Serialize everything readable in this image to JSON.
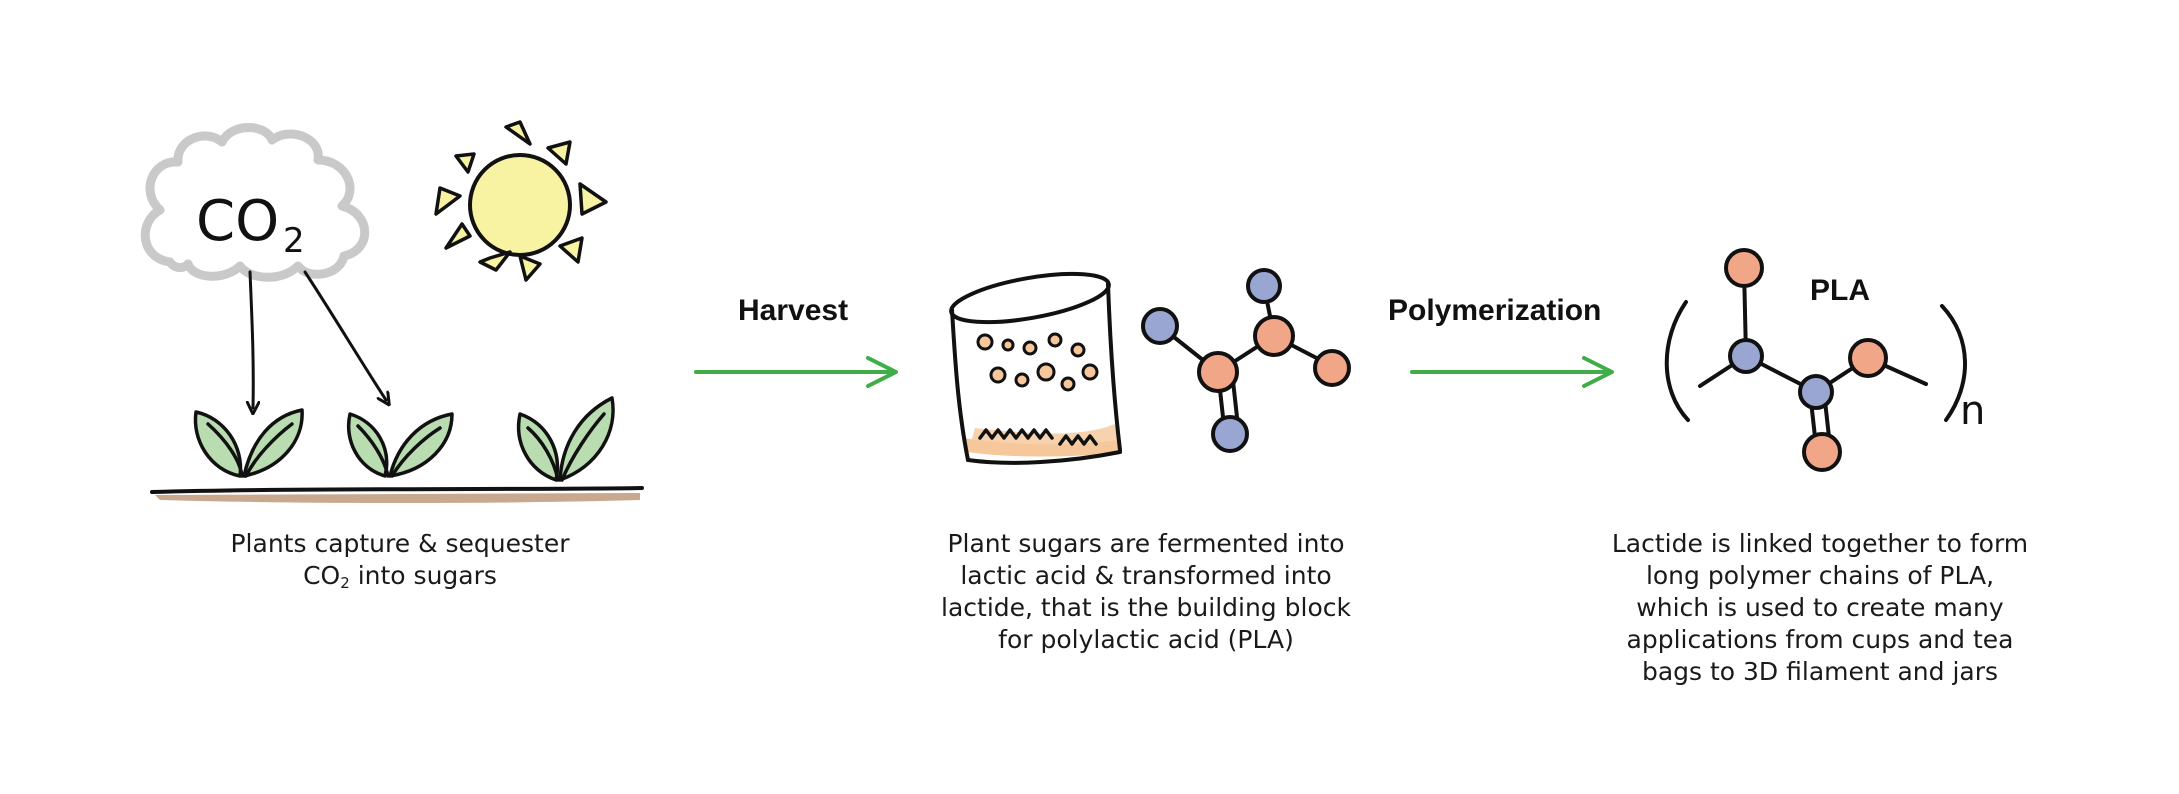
{
  "colors": {
    "ink": "#111111",
    "cloud": "#c9c9c9",
    "sun_fill": "#f7f3a3",
    "leaf_fill": "#b9dcb0",
    "soil": "#c8a98e",
    "arrow_green": "#3fae49",
    "atom_orange": "#f2a688",
    "atom_blue": "#9aa6d2",
    "jar_dots": "#f5c79a"
  },
  "diagram": {
    "co2_main": "CO",
    "co2_sub": "2",
    "steps": {
      "harvest": "Harvest",
      "polymerization": "Polymerization"
    },
    "pla_label": "PLA",
    "pla_subscript": "n"
  },
  "captions": {
    "plants": {
      "line1": "Plants capture & sequester",
      "line2_pre": "CO",
      "line2_sub": "2",
      "line2_post": " into sugars"
    },
    "ferment": {
      "lines": [
        "Plant sugars are fermented into",
        "lactic acid & transformed into",
        "lactide, that is the building block",
        "for polylactic acid (PLA)"
      ]
    },
    "polymer": {
      "lines": [
        "Lactide is linked together to form",
        "long polymer chains of PLA,",
        "which is used to create many",
        "applications from cups and tea",
        "bags to 3D filament and jars"
      ]
    }
  },
  "icons": {
    "cloud": "co2-cloud-icon",
    "sun": "sun-icon",
    "sprouts": "sprout-icon",
    "jar": "sugar-jar-icon",
    "lactide": "lactide-molecule-icon",
    "pla": "pla-polymer-icon"
  }
}
